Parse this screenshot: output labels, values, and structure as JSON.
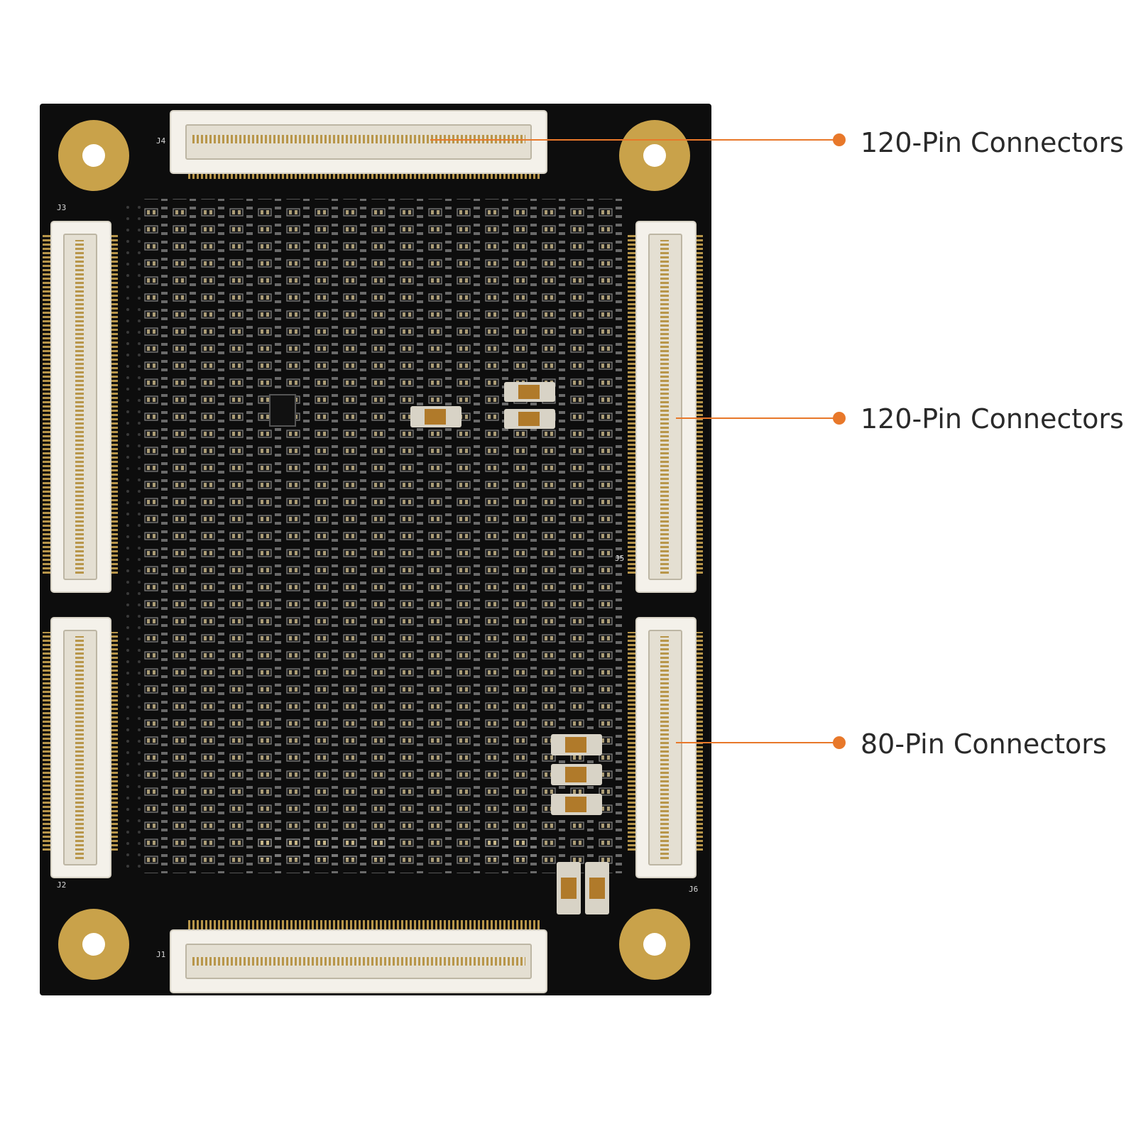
{
  "accent": "#e8782a",
  "board_color": "#0d0d0d",
  "gold_color": "#c9a24a",
  "connector_color": "#f4f1ea",
  "callouts": {
    "top": "120-Pin Connectors",
    "middle": "120-Pin Connectors",
    "bottom": "80-Pin Connectors"
  },
  "silkscreen": {
    "designators": [
      "J1",
      "J2",
      "J3",
      "J4",
      "J5",
      "J6"
    ]
  }
}
